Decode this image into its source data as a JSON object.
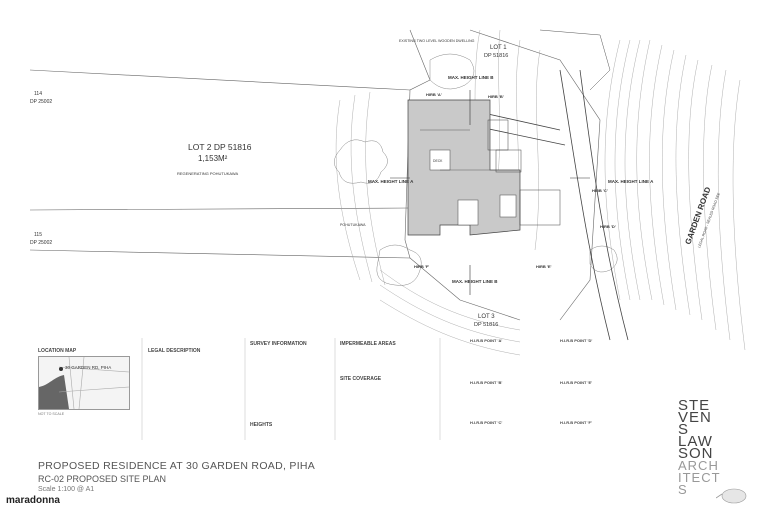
{
  "lots": {
    "lot2_title": "LOT 2 DP 51816",
    "lot2_area": "1,153M²",
    "lot2_note": "REGENERATING POHUTUKAWA",
    "lot1": "LOT 1",
    "lot1_dp": "DP 51816",
    "lot3": "LOT 3",
    "lot3_dp": "DP 51816",
    "lot114": "114",
    "dp114": "DP 25002",
    "lot115": "115",
    "dp115": "DP 25002"
  },
  "labels": {
    "existing_dwelling": "EXISTING TWO LEVEL WOODEN DWELLING",
    "max_height_b": "MAX. HEIGHT LINE B",
    "max_height_a": "MAX. HEIGHT LINE A",
    "max_height_a_right": "MAX. HEIGHT LINE A",
    "max_height_b_bottom": "MAX. HEIGHT LINE B",
    "hirb_a": "HIRB 'A'",
    "hirb_b": "HIRB 'B'",
    "hirb_c": "HIRB 'C'",
    "hirb_d": "HIRB 'D'",
    "hirb_e": "HIRB 'E'",
    "hirb_f": "HIRB 'F'",
    "road": "GARDEN ROAD",
    "road_sub": "LEGAL ROAD - SEALED ROAD SEE",
    "pohutukawa": "POHUTUKAWA",
    "decking": "DECK"
  },
  "title_block": {
    "title": "PROPOSED RESIDENCE AT 30 GARDEN ROAD, PIHA",
    "subtitle": "RC-02 PROPOSED SITE PLAN",
    "scale": "Scale 1:100 @ A1"
  },
  "sections": {
    "location_map": "LOCATION MAP",
    "location_pin": "30 GARDEN RD, PIHA",
    "not_to_scale": "NOT TO SCALE",
    "legal_description": "LEGAL DESCRIPTION",
    "survey_information": "SURVEY INFORMATION",
    "heights": "HEIGHTS",
    "impermeable_areas": "IMPERMEABLE AREAS",
    "site_coverage": "SITE COVERAGE"
  },
  "hirb_tables": [
    "H.I.R.B POINT 'A'",
    "H.I.R.B POINT 'B'",
    "H.I.R.B POINT 'C'",
    "H.I.R.B POINT 'D'",
    "H.I.R.B POINT 'E'",
    "H.I.R.B POINT 'F'"
  ],
  "logo": [
    "STE",
    "VEN",
    "S",
    "LAW",
    "SON",
    "ARCH",
    "ITECT",
    "S"
  ],
  "brand": "maradonna",
  "colors": {
    "building": "#c9c9c9",
    "lines": "#555555",
    "contours": "#9a9a9a"
  }
}
